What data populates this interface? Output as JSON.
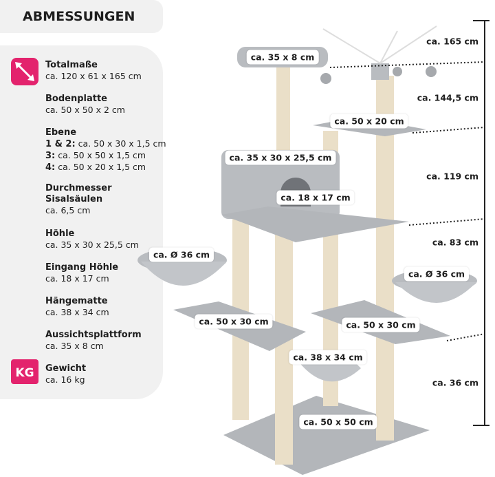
{
  "title": "ABMESSUNGEN",
  "specs": [
    {
      "name": "Totalmaße",
      "lines": [
        "ca. 120 x 61 x 165 cm"
      ]
    },
    {
      "name": "Bodenplatte",
      "lines": [
        "ca. 50 x 50 x 2 cm"
      ]
    },
    {
      "name": "Ebene",
      "rows": [
        {
          "k": "1 & 2:",
          "v": " ca. 50 x 30 x 1,5 cm"
        },
        {
          "k": "3:",
          "v": " ca. 50 x 50 x 1,5 cm"
        },
        {
          "k": "4:",
          "v": " ca. 50 x 20 x 1,5 cm"
        }
      ]
    },
    {
      "name": "Durchmesser Sisalsäulen",
      "lines": [
        "ca. 6,5 cm"
      ]
    },
    {
      "name": "Höhle",
      "lines": [
        "ca. 35 x 30 x 25,5 cm"
      ]
    },
    {
      "name": "Eingang Höhle",
      "lines": [
        "ca. 18 x 17 cm"
      ]
    },
    {
      "name": "Hängematte",
      "lines": [
        "ca. 38 x 34 cm"
      ]
    },
    {
      "name": "Aussichtsplattform",
      "lines": [
        "ca. 35 x 8 cm"
      ]
    },
    {
      "name": "Gewicht",
      "lines": [
        "ca. 16 kg"
      ]
    }
  ],
  "weight_icon": "KG",
  "labels": [
    "ca. 35 x 8 cm",
    "ca. 50 x 20 cm",
    "ca. 35 x 30 x 25,5 cm",
    "ca. 18 x 17 cm",
    "ca. Ø 36 cm",
    "ca. Ø 36 cm",
    "ca. 50 x 30 cm",
    "ca. 50 x 30 cm",
    "ca. 38 x 34 cm",
    "ca. 50 x 50 cm"
  ],
  "heights": [
    "ca. 165 cm",
    "ca. 144,5 cm",
    "ca. 119 cm",
    "ca. 83 cm",
    "ca. 36 cm"
  ],
  "accent": "#e3236d"
}
